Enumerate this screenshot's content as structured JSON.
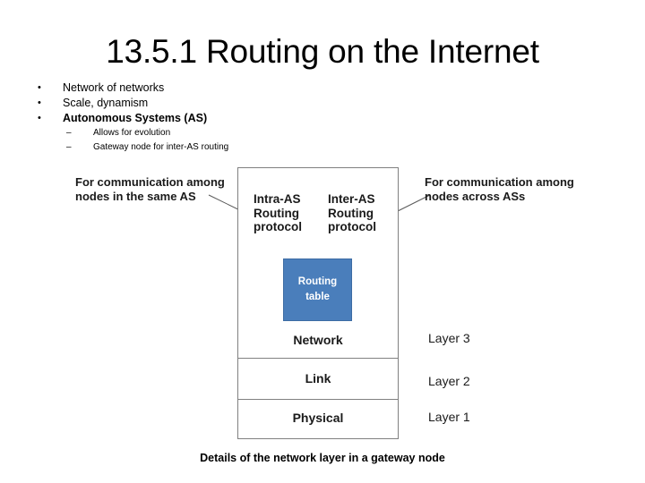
{
  "slide": {
    "title": "13.5.1 Routing on the Internet",
    "figure_caption": "Details of the network layer in a gateway node"
  },
  "bullets": [
    {
      "level": 1,
      "marker": "•",
      "text": "Network of networks",
      "bold": false
    },
    {
      "level": 1,
      "marker": "•",
      "text": "Scale, dynamism",
      "bold": false
    },
    {
      "level": 1,
      "marker": "•",
      "text": "Autonomous Systems (AS)",
      "bold": true
    },
    {
      "level": 2,
      "marker": "–",
      "text": "Allows for evolution",
      "bold": false
    },
    {
      "level": 2,
      "marker": "–",
      "text": "Gateway node for inter-AS routing",
      "bold": false
    }
  ],
  "diagram": {
    "captions": {
      "left": "For communication among nodes in the same AS",
      "right": "For communication among nodes across ASs"
    },
    "protocols": {
      "intra": {
        "line1": "Intra-AS",
        "line2": "Routing",
        "line3": "protocol"
      },
      "inter": {
        "line1": "Inter-AS",
        "line2": "Routing",
        "line3": "protocol"
      }
    },
    "routing_table": {
      "line1": "Routing",
      "line2": "table",
      "fill_color": "#4a7ebb",
      "text_color": "#ffffff"
    },
    "stack": {
      "layers": [
        {
          "name": "Network",
          "number": "Layer 3"
        },
        {
          "name": "Link",
          "number": "Layer 2"
        },
        {
          "name": "Physical",
          "number": "Layer 1"
        }
      ],
      "border_color": "#808080"
    }
  }
}
